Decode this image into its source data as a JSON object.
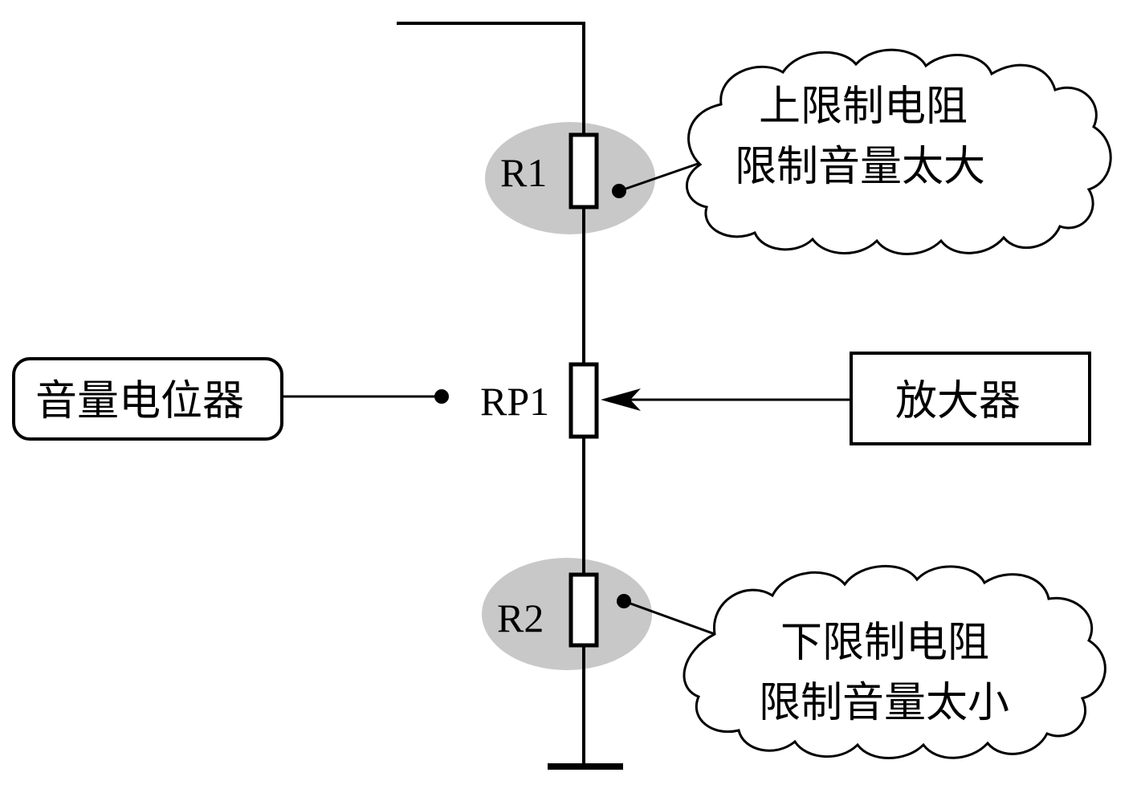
{
  "labels": {
    "r1": "R1",
    "r2": "R2",
    "rp1": "RP1"
  },
  "boxes": {
    "volume_pot": "音量电位器",
    "amplifier": "放大器"
  },
  "callouts": {
    "upper": {
      "line1": "上限制电阻",
      "line2": "限制音量太大"
    },
    "lower": {
      "line1": "下限制电阻",
      "line2": "限制音量太小"
    }
  },
  "colors": {
    "wire": "#000000",
    "highlight": "#c8c8c8",
    "background": "#ffffff"
  }
}
